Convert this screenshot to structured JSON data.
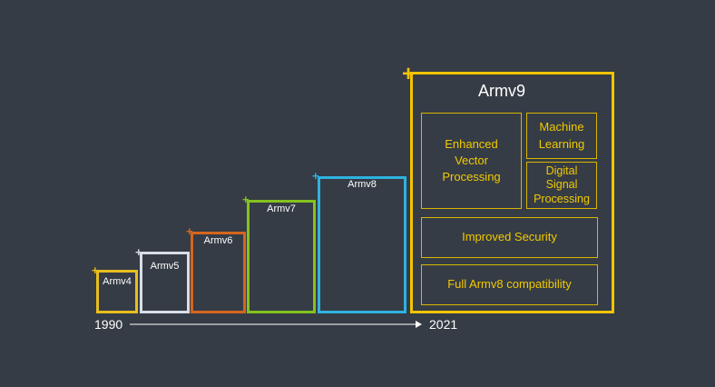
{
  "versions": [
    {
      "label": "Armv4",
      "color": "#e8be1e"
    },
    {
      "label": "Armv5",
      "color": "#d8dde6"
    },
    {
      "label": "Armv6",
      "color": "#d5651e"
    },
    {
      "label": "Armv7",
      "color": "#84c21e"
    },
    {
      "label": "Armv8",
      "color": "#2fb2e0"
    },
    {
      "label": "Armv9",
      "color": "#f2c400"
    }
  ],
  "timeline": {
    "start": "1990",
    "end": "2021"
  },
  "armv9_features": {
    "vector": "Enhanced Vector Processing",
    "ml": "Machine Learning",
    "dsp": "Digital Signal Processing",
    "security": "Improved Security",
    "compat": "Full Armv8 compatibility"
  },
  "icons": {
    "marker": "plus-icon",
    "arrow": "arrow-right-icon"
  }
}
